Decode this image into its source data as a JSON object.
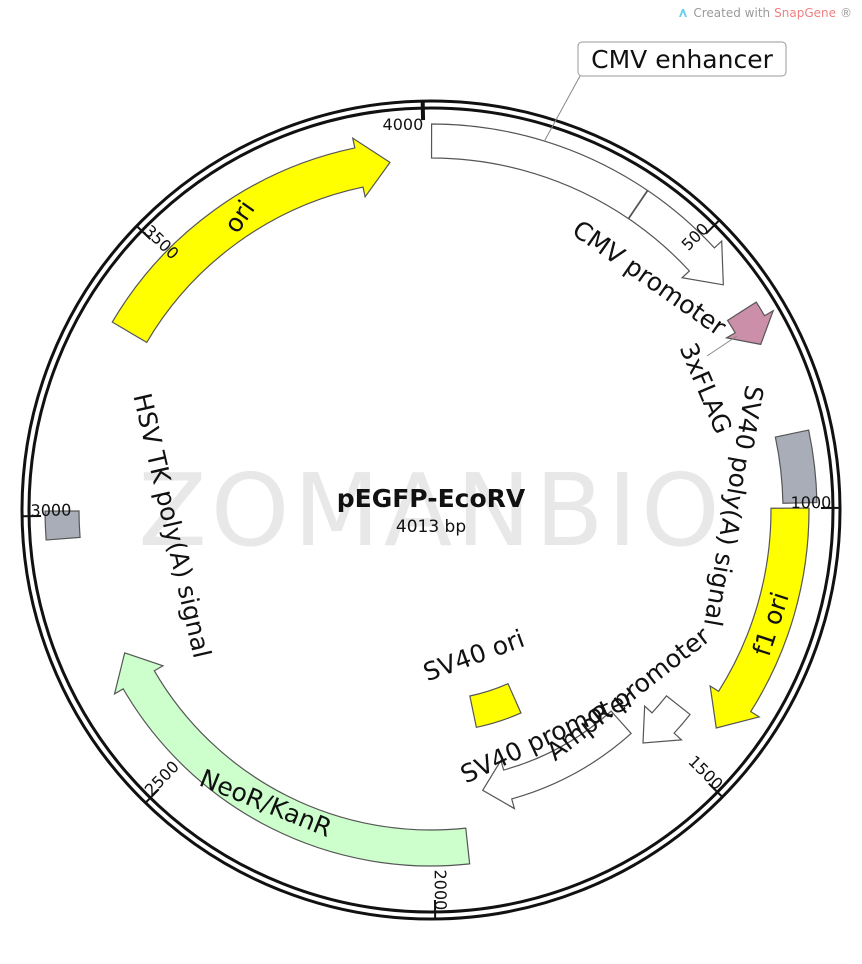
{
  "credit": {
    "prefix": "Created with ",
    "brand": "SnapGene",
    "suffix": "®"
  },
  "watermark": "ZOMANBIO",
  "plasmid": {
    "name": "pEGFP-EcoRV",
    "length_label": "4013 bp",
    "length": 4013
  },
  "ticks": [
    {
      "bp": 500,
      "label": "500"
    },
    {
      "bp": 1000,
      "label": "1000"
    },
    {
      "bp": 1500,
      "label": "1500"
    },
    {
      "bp": 2000,
      "label": "2000"
    },
    {
      "bp": 2500,
      "label": "2500"
    },
    {
      "bp": 3000,
      "label": "3000"
    },
    {
      "bp": 3500,
      "label": "3500"
    },
    {
      "bp": 4000,
      "label": "4000"
    }
  ],
  "features": [
    {
      "id": "cmv-enhancer",
      "label": "CMV enhancer",
      "start": 1,
      "end": 380,
      "direction": "none",
      "color": "#ffffff",
      "callout": true
    },
    {
      "id": "cmv-promoter",
      "label": "CMV promoter",
      "start": 381,
      "end": 584,
      "direction": "forward",
      "color": "#ffffff"
    },
    {
      "id": "3xflag",
      "label": "3xFLAG",
      "start": 640,
      "end": 706,
      "direction": "forward",
      "color": "#cc8faa"
    },
    {
      "id": "sv40-polya",
      "label": "SV40 poly(A) signal",
      "start": 870,
      "end": 991,
      "direction": "none",
      "color": "#a8adb8"
    },
    {
      "id": "f1-ori",
      "label": "f1 ori",
      "start": 1000,
      "end": 1420,
      "direction": "forward",
      "color": "#ffff00"
    },
    {
      "id": "ampr-promoter",
      "label": "AmpR promoter",
      "start": 1430,
      "end": 1535,
      "direction": "forward",
      "color": "#ffffff"
    },
    {
      "id": "sv40-promoter",
      "label": "SV40 promoter",
      "start": 1540,
      "end": 1890,
      "direction": "forward",
      "color": "#ffffff"
    },
    {
      "id": "sv40-ori",
      "label": "SV40 ori",
      "start": 1740,
      "end": 1875,
      "direction": "none",
      "color": "#ffff00"
    },
    {
      "id": "neor-kanr",
      "label": "NeoR/KanR",
      "start": 1937,
      "end": 2731,
      "direction": "forward",
      "color": "#ccffcc"
    },
    {
      "id": "hsv-tk-polya",
      "label": "HSV TK poly(A) signal",
      "start": 2960,
      "end": 3008,
      "direction": "none",
      "color": "#a8adb8"
    },
    {
      "id": "ori",
      "label": "ori",
      "start": 3350,
      "end": 3938,
      "direction": "forward",
      "color": "#ffff00"
    }
  ]
}
